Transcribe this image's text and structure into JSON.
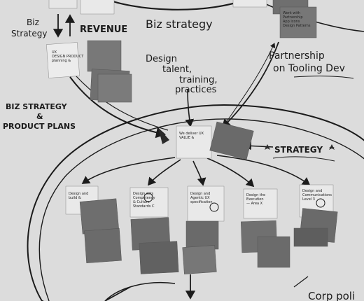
{
  "labels": {
    "biz_strategy_left": "Biz\nStrategy",
    "revenue": "REVENUE",
    "biz_strategy_top": "Biz strategy",
    "design_talent": "Design\ntalent,\ntraining,\npractices",
    "partnership": "Partnership\non Tooling Dev",
    "biz_strategy_product": "BIZ STRATEGY\n&\nPRODUCT PLANS",
    "strategy": "STRATEGY",
    "corp_policy": "Corp poli"
  },
  "notes": {
    "center": "We deliver UX\nVALUE &",
    "left_top": "UX\nDESIGN PRODUCT\nplanning &",
    "col1": "Design and\nbuild &",
    "col2": "Design sets\nCompetency\n& Culture\nStandards C",
    "col3": "Design and\nAgentic UX\nspecification",
    "col4": "Design the\nExecution\n— Area X",
    "col5": "Design and\nCommunications\nLevel 3",
    "partnership_note": "Work with\nPartnership\nApp icons\nDesign Patterns"
  },
  "colors": {
    "background": "#dcdcdc",
    "ink": "#1b1b1b",
    "note_light": "#e9e9e9",
    "note_dark": "#6f6f6f"
  }
}
